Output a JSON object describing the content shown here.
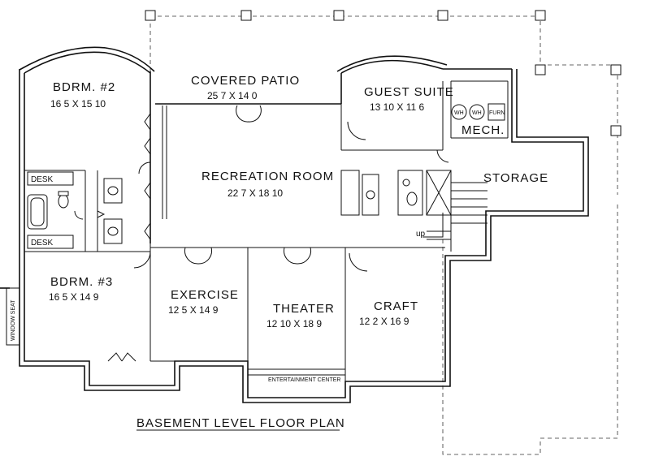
{
  "rooms": {
    "bdrm2": {
      "name": "BDRM. #2",
      "dim": "16 5 X 15 10"
    },
    "covered_patio": {
      "name": "COVERED PATIO",
      "dim": "25 7 X 14 0"
    },
    "guest_suite": {
      "name": "GUEST SUITE",
      "dim": "13 10 X 11 6"
    },
    "recreation": {
      "name": "RECREATION ROOM",
      "dim": "22 7 X 18 10"
    },
    "bdrm3": {
      "name": "BDRM. #3",
      "dim": "16 5 X 14 9"
    },
    "exercise": {
      "name": "EXERCISE",
      "dim": "12 5 X 14 9"
    },
    "theater": {
      "name": "THEATER",
      "dim": "12 10 X 18 9"
    },
    "craft": {
      "name": "CRAFT",
      "dim": "12 2 X 16 9"
    }
  },
  "labels": {
    "mech": "MECH.",
    "storage": "STORAGE",
    "desk_top": "DESK",
    "desk_bottom": "DESK",
    "window_seat": "WINDOW SEAT",
    "entertainment": "ENTERTAINMENT CENTER",
    "up": "up",
    "wh1": "WH",
    "wh2": "WH",
    "furn": "FURN"
  },
  "title": "BASEMENT LEVEL FLOOR PLAN"
}
